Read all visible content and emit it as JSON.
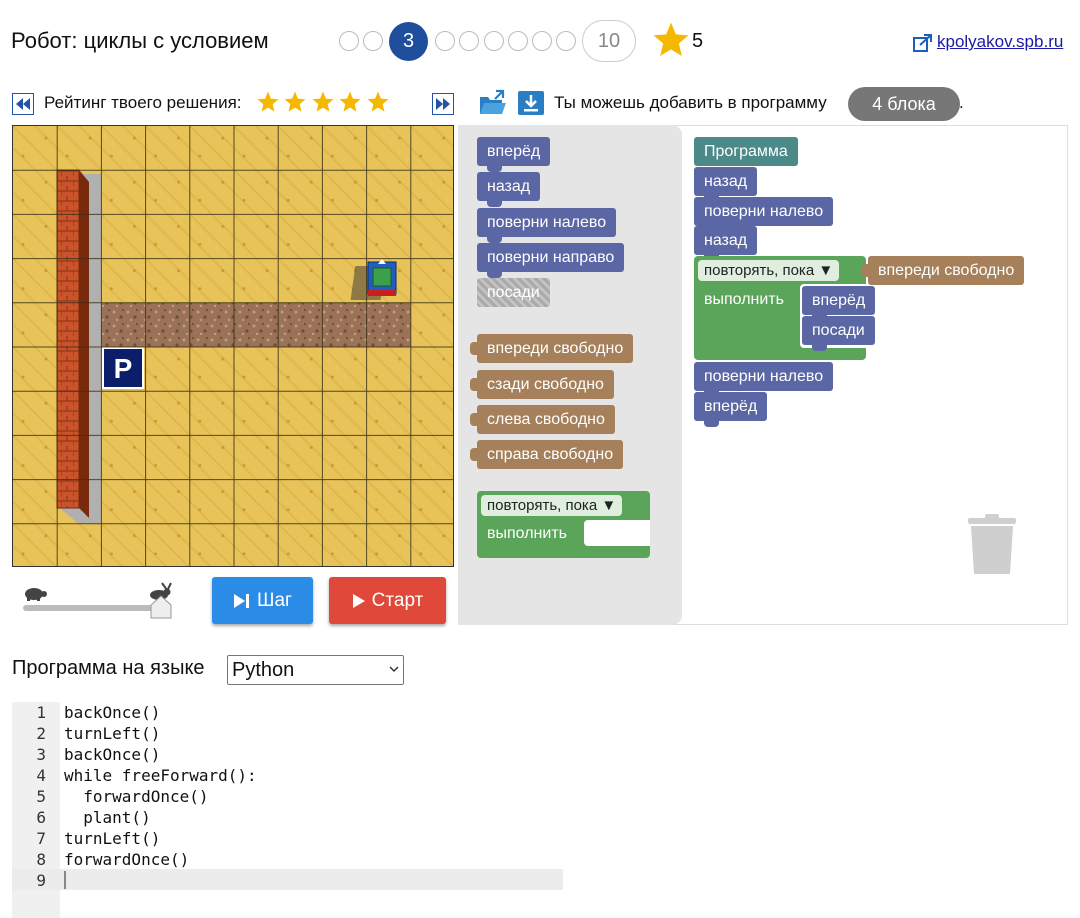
{
  "header": {
    "title": "Робот: циклы с условием",
    "current_level": "3",
    "total_levels": "10",
    "score": "5",
    "site_link": "kpolyakov.spb.ru"
  },
  "rating": {
    "label": "Рейтинг твоего решения:",
    "stars": 5
  },
  "toolbar": {
    "add_label": "Ты можешь добавить в программу",
    "blocks_left": "4 блока",
    "trailing": "."
  },
  "toolbox": {
    "motion": [
      "вперёд",
      "назад",
      "поверни налево",
      "поверни направо"
    ],
    "plant": "посади",
    "conditions": [
      "впереди свободно",
      "сзади свободно",
      "слева свободно",
      "справа свободно"
    ],
    "loop_head": "повторять, пока ▼",
    "loop_do": "выполнить"
  },
  "program": {
    "header": "Программа",
    "before": [
      "назад",
      "поверни налево",
      "назад"
    ],
    "loop_head": "повторять, пока ▼",
    "loop_cond": "впереди свободно",
    "loop_do": "выполнить",
    "loop_body": [
      "вперёд",
      "посади"
    ],
    "after": [
      "поверни налево",
      "вперёд"
    ]
  },
  "controls": {
    "step": "Шаг",
    "start": "Старт"
  },
  "editor": {
    "language_label": "Программа на языке",
    "language": "Python",
    "lines": [
      "backOnce()",
      "turnLeft()",
      "backOnce()",
      "while freeForward():",
      "  forwardOnce()",
      "  plant()",
      "turnLeft()",
      "forwardOnce()",
      ""
    ]
  },
  "field": {
    "size": 10,
    "parking_label": "P"
  },
  "colors": {
    "level_current": "#1f4e9c",
    "star": "#f5b800",
    "step_button": "#2a8ce6",
    "start_button": "#e0483a",
    "motion_block": "#5b67a5",
    "condition_block": "#a5805a",
    "loop_block": "#5ba55b",
    "program_block": "#4c8a8a",
    "sand": "#e8c35a",
    "wall": "#c9532a",
    "soil": "#9a7257"
  }
}
